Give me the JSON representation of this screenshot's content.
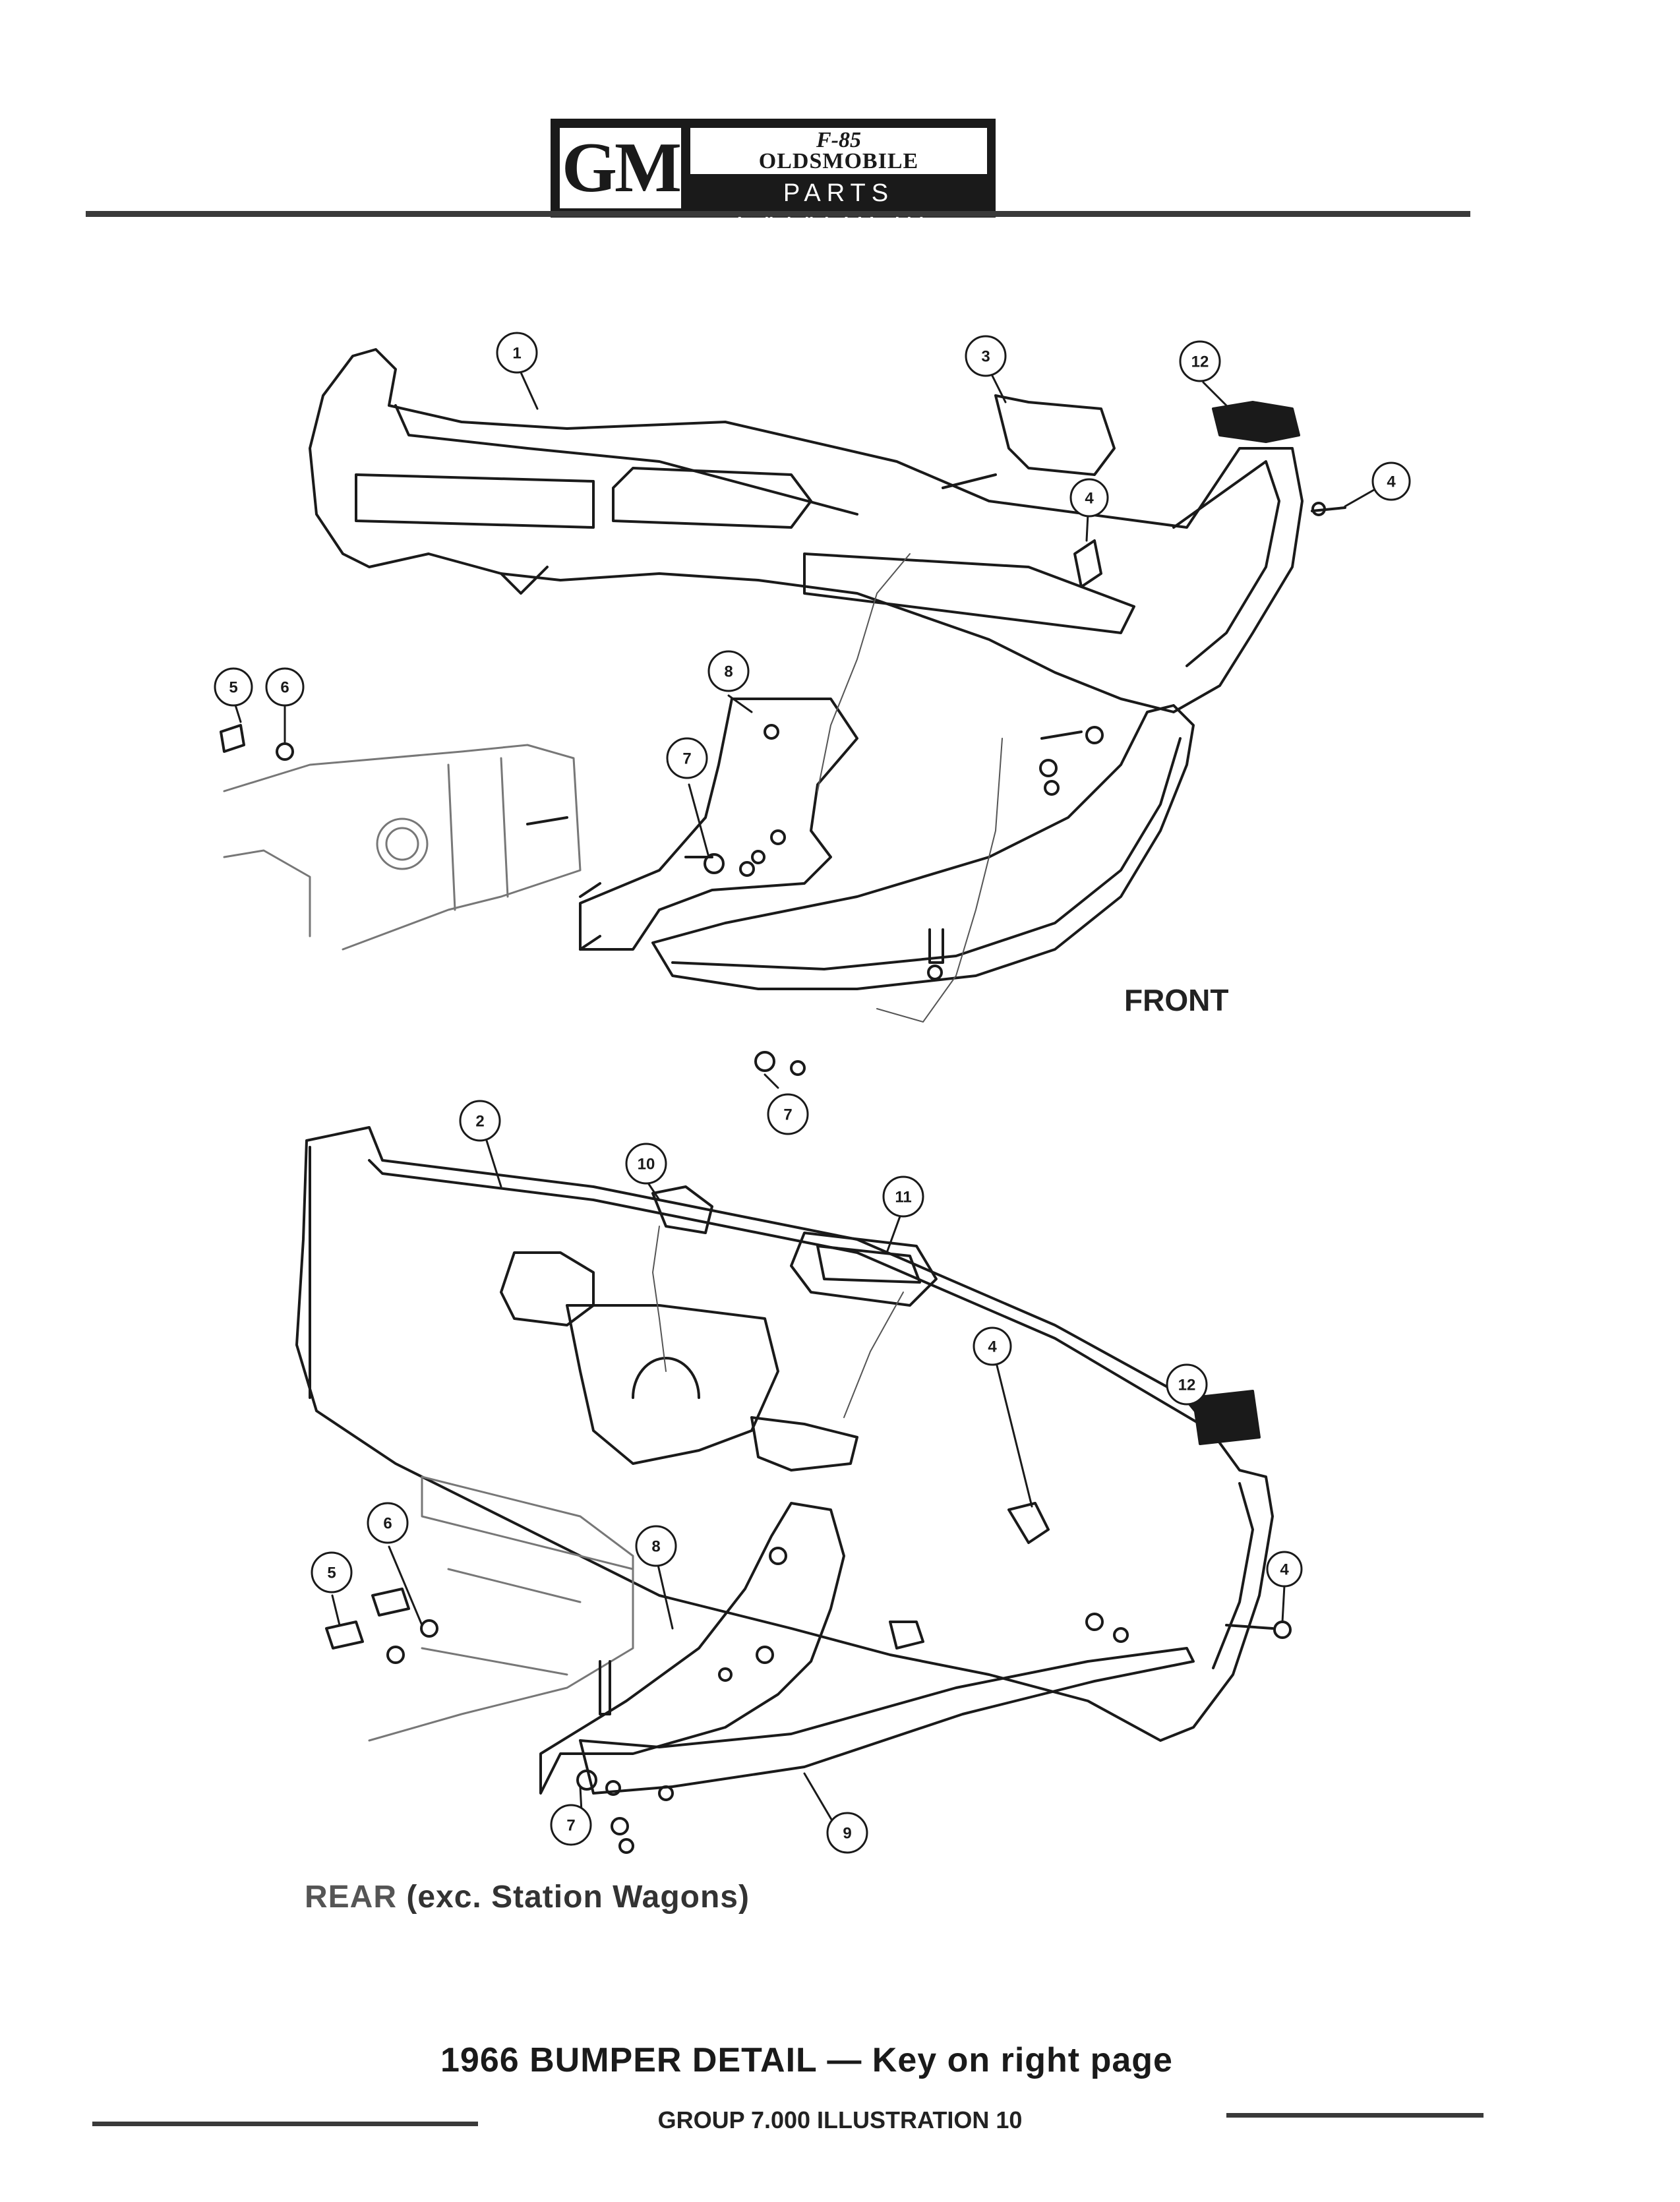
{
  "header": {
    "logo_gm": "GM",
    "logo_model": "F-85",
    "logo_make": "OLDSMOBILE",
    "catalogue_label": "PARTS CATALOGUE"
  },
  "diagram": {
    "front_label": "FRONT",
    "rear_label_main": "REAR",
    "rear_label_sub": "(exc. Station Wagons)",
    "callouts": {
      "front_1": "1",
      "front_3": "3",
      "front_12": "12",
      "front_4a": "4",
      "front_4b": "4",
      "front_5": "5",
      "front_6": "6",
      "front_8": "8",
      "front_7a": "7",
      "front_7b": "7",
      "rear_2": "2",
      "rear_10": "10",
      "rear_11": "11",
      "rear_4a": "4",
      "rear_12": "12",
      "rear_6": "6",
      "rear_5": "5",
      "rear_8": "8",
      "rear_4b": "4",
      "rear_7": "7",
      "rear_9": "9"
    }
  },
  "footer": {
    "caption": "1966 BUMPER DETAIL — Key on right page",
    "group": "GROUP 7.000 ILLUSTRATION 10"
  },
  "colors": {
    "ink": "#1a1a1a",
    "paper": "#ffffff"
  }
}
